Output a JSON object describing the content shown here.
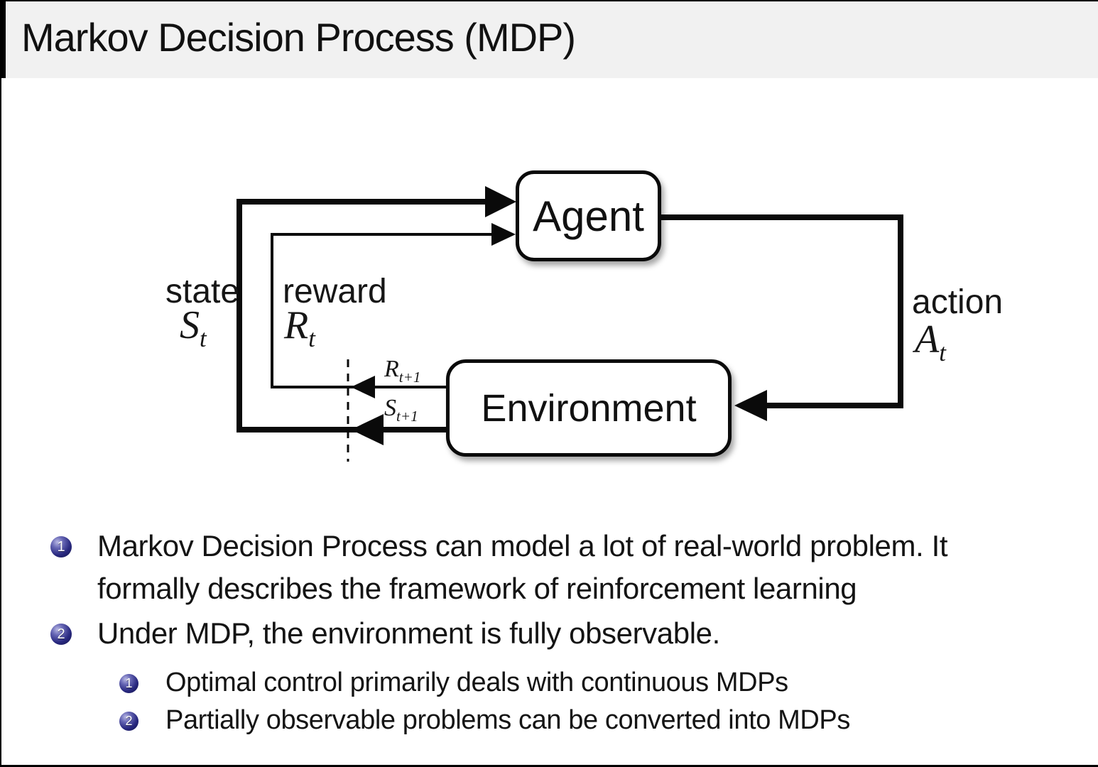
{
  "slide": {
    "title": "Markov Decision Process (MDP)"
  },
  "diagram": {
    "agent_label": "Agent",
    "environment_label": "Environment",
    "state": {
      "word": "state",
      "symbol": "S",
      "sub": "t"
    },
    "reward": {
      "word": "reward",
      "symbol": "R",
      "sub": "t"
    },
    "action": {
      "word": "action",
      "symbol": "A",
      "sub": "t"
    },
    "next_reward": {
      "symbol": "R",
      "sub": "t+1"
    },
    "next_state": {
      "symbol": "S",
      "sub": "t+1"
    }
  },
  "bullets": [
    {
      "marker": "1",
      "lines": [
        "Markov Decision Process can model a lot of real-world problem. It",
        "formally describes the framework of reinforcement learning"
      ]
    },
    {
      "marker": "2",
      "lines": [
        "Under MDP, the environment is fully observable."
      ]
    }
  ],
  "sub_bullets": [
    {
      "marker": "1",
      "text": "Optimal control primarily deals with continuous MDPs"
    },
    {
      "marker": "2",
      "text": "Partially observable problems can be converted into MDPs"
    }
  ],
  "colors": {
    "header_bg": "#f1f1f1",
    "ball_navy": "#28287f",
    "line_black": "#0a0a0a",
    "text": "#141414"
  }
}
